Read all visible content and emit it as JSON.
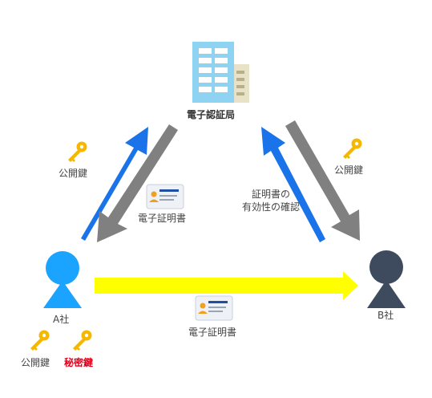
{
  "authority": {
    "label": "電子認証局"
  },
  "companies": {
    "a_label": "A社",
    "b_label": "B社"
  },
  "labels": {
    "public_key_left": "公開鍵",
    "public_key_right": "公開鍵",
    "cert_center": "電子証明書",
    "cert_bottom": "電子証明書",
    "verify_line1": "証明書の",
    "verify_line2": "有効性の確認",
    "a_public_key": "公開鍵",
    "a_private_key": "秘密鍵"
  },
  "colors": {
    "blue_arrow": "#1a73e8",
    "gray_arrow": "#808080",
    "yellow_arrow": "#ffff00",
    "company_a": "#1aa3ff",
    "company_b": "#3e4a5e",
    "key": "#f5b700",
    "private_key_text": "#e0001b"
  },
  "icons": {
    "authority": "building-icon",
    "person_a": "person-icon",
    "person_b": "person-icon",
    "key": "key-icon",
    "certificate": "id-card-icon"
  }
}
